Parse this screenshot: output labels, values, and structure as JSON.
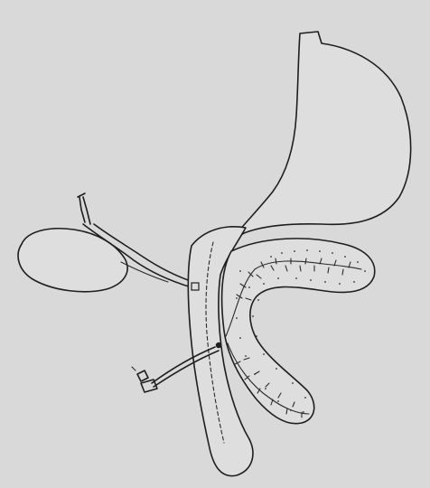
{
  "figure": {
    "background_color": "#d9d9d9",
    "ink_color": "#1e1e1e"
  },
  "structures": [
    "stomach-outline",
    "gallbladder-outline",
    "bile-duct-system",
    "duodenum-loop",
    "pancreas-body",
    "pancreatic-duct",
    "pancreatic-tail",
    "catheter-line",
    "catheter-tip-icon"
  ]
}
